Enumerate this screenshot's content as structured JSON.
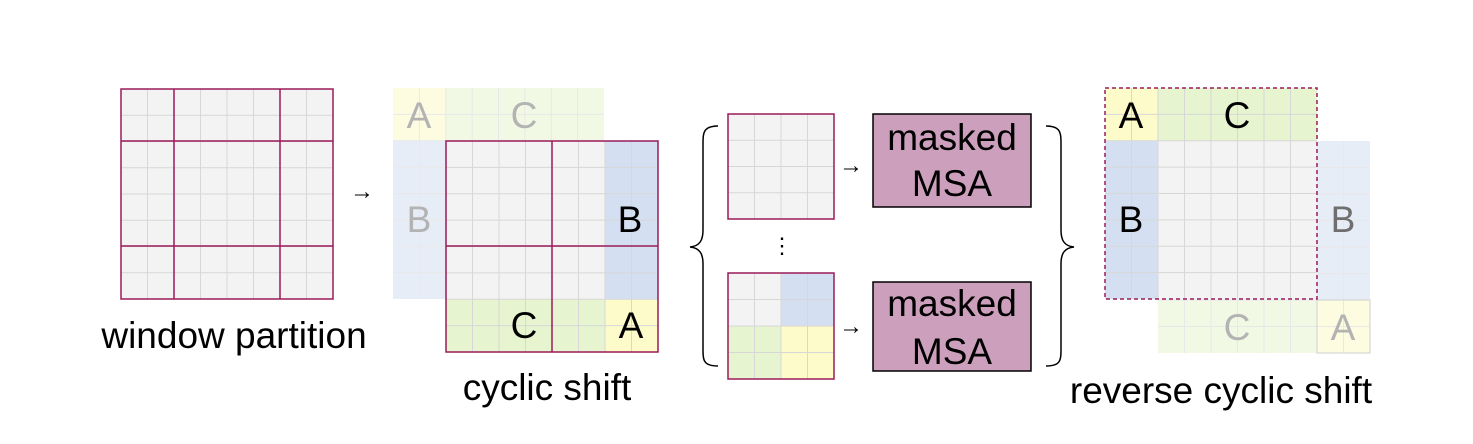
{
  "labels": {
    "window_partition": "window partition",
    "cyclic_shift": "cyclic shift",
    "reverse_cyclic_shift": "reverse cyclic shift",
    "arrow": "→",
    "vertical_ellipsis": "⋮"
  },
  "region_letters": {
    "a": "A",
    "b": "B",
    "c": "C"
  },
  "msa_blocks": [
    {
      "line1": "masked",
      "line2": "MSA"
    },
    {
      "line1": "masked",
      "line2": "MSA"
    }
  ],
  "colors": {
    "grid_fill": "#f3f3f3",
    "grid_line": "#d7d7d7",
    "window_border": "#9b1b5a",
    "region_a": "#fdfbc9",
    "region_b": "#d5dff2",
    "region_c": "#e6f5cf",
    "msa_fill": "#cc9fbc",
    "text": "#000000",
    "faded_text": "#9c9c9c"
  }
}
